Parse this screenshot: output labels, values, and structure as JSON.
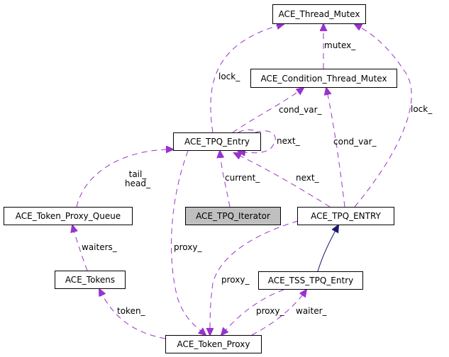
{
  "diagram": {
    "type": "collaboration-graph",
    "colors": {
      "usage_edge": "#9a32cd",
      "inheritance_edge": "#191970",
      "current_node_fill": "#bfbfbf",
      "node_border": "#000000"
    },
    "nodes": [
      {
        "id": "thread_mutex",
        "label": "ACE_Thread_Mutex"
      },
      {
        "id": "cond_thread_mutex",
        "label": "ACE_Condition_Thread_Mutex"
      },
      {
        "id": "tpq_entry",
        "label": "ACE_TPQ_Entry"
      },
      {
        "id": "token_proxy_queue",
        "label": "ACE_Token_Proxy_Queue"
      },
      {
        "id": "tpq_iterator",
        "label": "ACE_TPQ_Iterator",
        "current": true
      },
      {
        "id": "tpq_entry_upper",
        "label": "ACE_TPQ_ENTRY"
      },
      {
        "id": "tokens",
        "label": "ACE_Tokens"
      },
      {
        "id": "tss_tpq_entry",
        "label": "ACE_TSS_TPQ_Entry"
      },
      {
        "id": "token_proxy",
        "label": "ACE_Token_Proxy"
      }
    ],
    "edges": [
      {
        "from": "tpq_entry",
        "to": "thread_mutex",
        "label": "lock_",
        "kind": "usage"
      },
      {
        "from": "cond_thread_mutex",
        "to": "thread_mutex",
        "label": "mutex_",
        "kind": "usage"
      },
      {
        "from": "tpq_entry",
        "to": "cond_thread_mutex",
        "label": "cond_var_",
        "kind": "usage"
      },
      {
        "from": "tpq_entry",
        "to": "tpq_entry",
        "label": "next_",
        "kind": "usage"
      },
      {
        "from": "token_proxy_queue",
        "to": "tpq_entry",
        "label": "tail_\nhead_",
        "kind": "usage"
      },
      {
        "from": "tpq_iterator",
        "to": "tpq_entry",
        "label": "current_",
        "kind": "usage"
      },
      {
        "from": "tpq_entry_upper",
        "to": "tpq_entry",
        "label": "next_",
        "kind": "usage"
      },
      {
        "from": "tpq_entry_upper",
        "to": "cond_thread_mutex",
        "label": "cond_var_",
        "kind": "usage"
      },
      {
        "from": "tpq_entry_upper",
        "to": "thread_mutex",
        "label": "lock_",
        "kind": "usage"
      },
      {
        "from": "tokens",
        "to": "token_proxy_queue",
        "label": "waiters_",
        "kind": "usage"
      },
      {
        "from": "tss_tpq_entry",
        "to": "tpq_entry_upper",
        "label": "",
        "kind": "inheritance"
      },
      {
        "from": "tpq_entry",
        "to": "token_proxy",
        "label": "proxy_",
        "kind": "usage"
      },
      {
        "from": "tpq_entry_upper",
        "to": "token_proxy",
        "label": "proxy_",
        "kind": "usage"
      },
      {
        "from": "tss_tpq_entry",
        "to": "token_proxy",
        "label": "proxy_",
        "kind": "usage"
      },
      {
        "from": "token_proxy",
        "to": "tokens",
        "label": "token_",
        "kind": "usage"
      },
      {
        "from": "token_proxy",
        "to": "tss_tpq_entry",
        "label": "waiter_",
        "kind": "usage"
      }
    ]
  }
}
